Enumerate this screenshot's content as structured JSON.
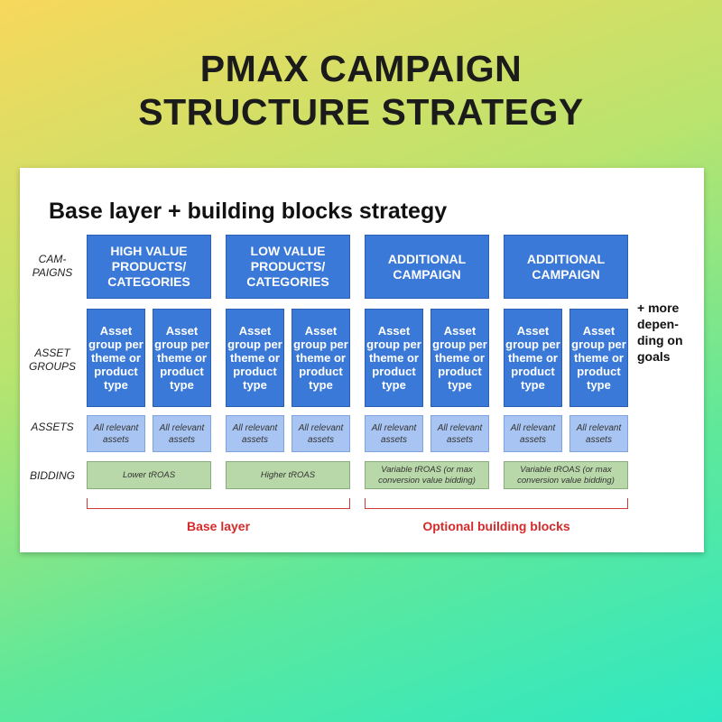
{
  "header": {
    "title_line1": "PMAX CAMPAIGN",
    "title_line2": "STRUCTURE STRATEGY"
  },
  "slide": {
    "title": "Base layer + building blocks strategy",
    "row_labels": {
      "campaigns": "CAM-\nPAIGNS",
      "asset_groups": "ASSET\nGROUPS",
      "assets": "ASSETS",
      "bidding": "BIDDING"
    },
    "campaigns": [
      {
        "name": "HIGH VALUE PRODUCTS/ CATEGORIES",
        "asset_groups": [
          "Asset group per theme or product type",
          "Asset group per theme or product type"
        ],
        "assets": [
          "All relevant assets",
          "All relevant assets"
        ],
        "bidding": "Lower tROAS"
      },
      {
        "name": "LOW VALUE PRODUCTS/ CATEGORIES",
        "asset_groups": [
          "Asset group per theme or product type",
          "Asset group per theme or product type"
        ],
        "assets": [
          "All relevant assets",
          "All relevant assets"
        ],
        "bidding": "Higher tROAS"
      },
      {
        "name": "ADDITIONAL CAMPAIGN",
        "asset_groups": [
          "Asset group per theme or product type",
          "Asset group per theme or product type"
        ],
        "assets": [
          "All relevant assets",
          "All relevant assets"
        ],
        "bidding": "Variable tROAS (or max conversion value bidding)"
      },
      {
        "name": "ADDITIONAL CAMPAIGN",
        "asset_groups": [
          "Asset group per theme or product type",
          "Asset group per theme or product type"
        ],
        "assets": [
          "All relevant assets",
          "All relevant assets"
        ],
        "bidding": "Variable tROAS (or max conversion value bidding)"
      }
    ],
    "more_note": "+ more depen-\nding on goals",
    "brackets": {
      "base_layer": "Base layer",
      "optional": "Optional building blocks"
    },
    "colors": {
      "campaign_blue": "#3b79d9",
      "asset_light_blue": "#a8c4f2",
      "bidding_green": "#b9d8a9",
      "bracket_red": "#d42a2a"
    }
  }
}
